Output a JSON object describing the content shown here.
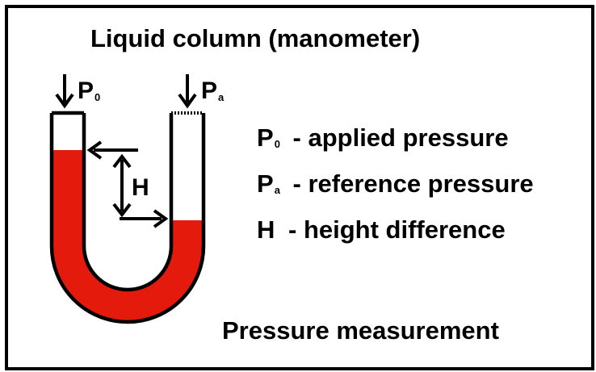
{
  "title": "Liquid column (manometer)",
  "footer": "Pressure measurement",
  "colors": {
    "liquid": "#e31a0c",
    "outline": "#000000",
    "background": "#ffffff"
  },
  "diagram": {
    "left_label": {
      "symbol": "P",
      "sub": "0"
    },
    "right_label": {
      "symbol": "P",
      "sub": "a"
    },
    "height_label": "H"
  },
  "legend": [
    {
      "symbol": "P",
      "sub": "0",
      "text": " - applied pressure"
    },
    {
      "symbol": "P",
      "sub": "a",
      "text": " - reference pressure"
    },
    {
      "symbol": "H",
      "sub": "",
      "text": " - height difference"
    }
  ]
}
